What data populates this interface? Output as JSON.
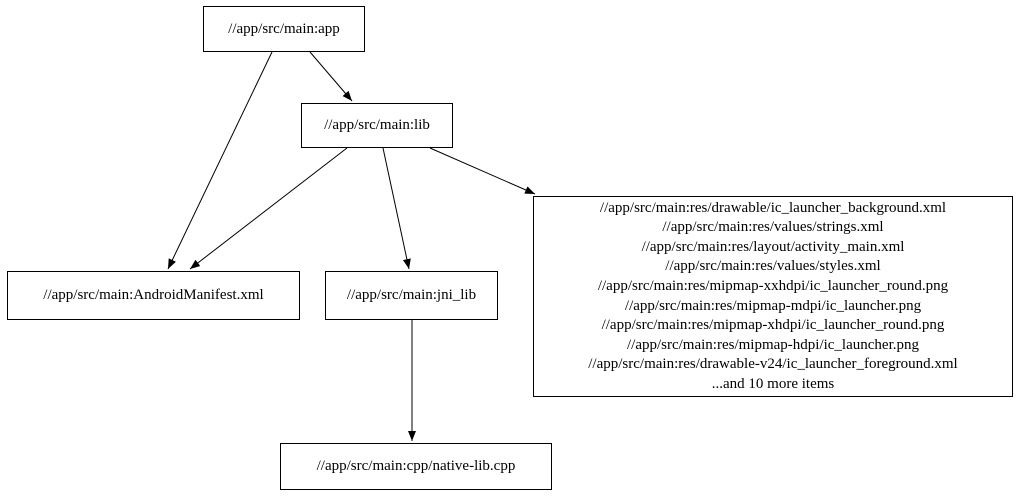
{
  "diagram": {
    "type": "dependency-graph",
    "nodes": {
      "app": {
        "label": "//app/src/main:app"
      },
      "lib": {
        "label": "//app/src/main:lib"
      },
      "manifest": {
        "label": "//app/src/main:AndroidManifest.xml"
      },
      "jni_lib": {
        "label": "//app/src/main:jni_lib"
      },
      "resources": {
        "lines": [
          "//app/src/main:res/drawable/ic_launcher_background.xml",
          "//app/src/main:res/values/strings.xml",
          "//app/src/main:res/layout/activity_main.xml",
          "//app/src/main:res/values/styles.xml",
          "//app/src/main:res/mipmap-xxhdpi/ic_launcher_round.png",
          "//app/src/main:res/mipmap-mdpi/ic_launcher.png",
          "//app/src/main:res/mipmap-xhdpi/ic_launcher_round.png",
          "//app/src/main:res/mipmap-hdpi/ic_launcher.png",
          "//app/src/main:res/drawable-v24/ic_launcher_foreground.xml",
          "...and 10 more items"
        ]
      },
      "native_lib": {
        "label": "//app/src/main:cpp/native-lib.cpp"
      }
    },
    "edges": [
      {
        "from": "app",
        "to": "lib"
      },
      {
        "from": "app",
        "to": "manifest"
      },
      {
        "from": "lib",
        "to": "manifest"
      },
      {
        "from": "lib",
        "to": "jni_lib"
      },
      {
        "from": "lib",
        "to": "resources"
      },
      {
        "from": "jni_lib",
        "to": "native_lib"
      }
    ],
    "colors": {
      "node_border": "#000000",
      "node_fill": "#ffffff",
      "edge": "#000000",
      "background": "#ffffff"
    }
  }
}
